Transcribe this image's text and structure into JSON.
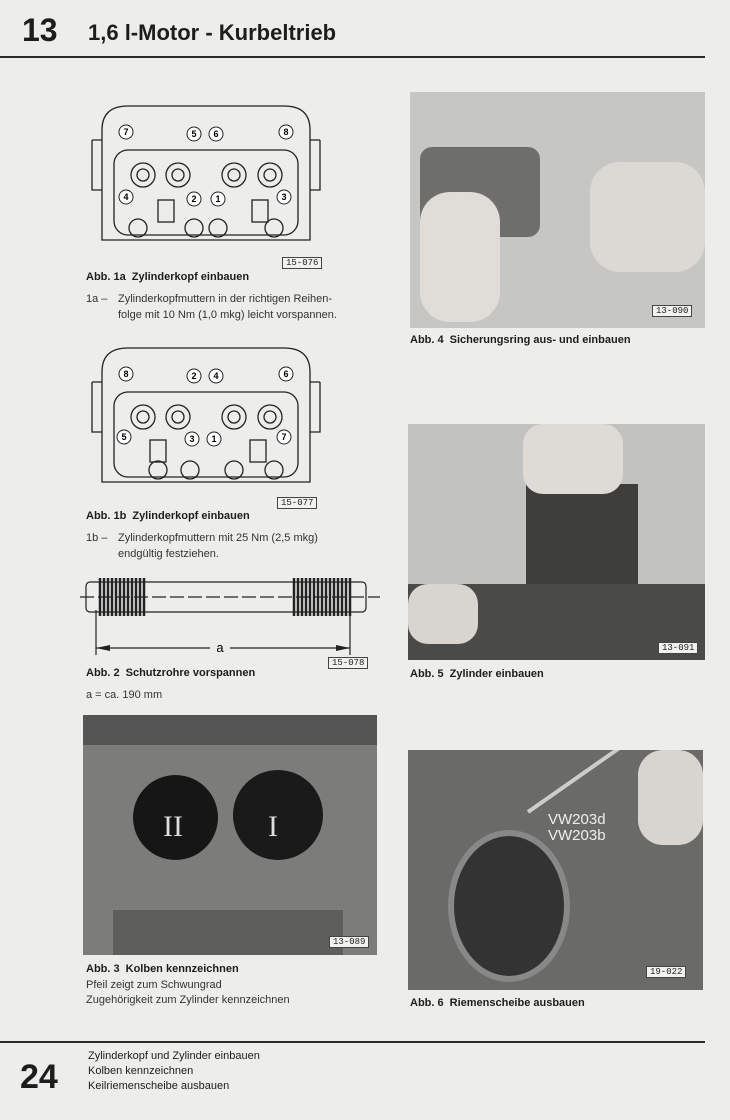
{
  "header": {
    "chapter": "13",
    "title": "1,6 l-Motor - Kurbeltrieb"
  },
  "fig1a": {
    "code": "15-076",
    "label": "Abb. 1a",
    "caption": "Zylinderkopf einbauen",
    "step_id": "1a –",
    "step_lines": [
      "Zylinderkopfmuttern in der richtigen Reihen-",
      "folge mit 10 Nm (1,0 mkg) leicht vorspannen."
    ],
    "nut_numbers": [
      "7",
      "5",
      "6",
      "8",
      "4",
      "2",
      "1",
      "3"
    ]
  },
  "fig1b": {
    "code": "15-077",
    "label": "Abb. 1b",
    "caption": "Zylinderkopf einbauen",
    "step_id": "1b –",
    "step_lines": [
      "Zylinderkopfmuttern mit 25 Nm (2,5 mkg)",
      "endgültig festziehen."
    ],
    "nut_numbers": [
      "8",
      "2",
      "4",
      "6",
      "5",
      "3",
      "1",
      "7"
    ]
  },
  "fig2": {
    "code": "15-078",
    "label": "Abb. 2",
    "caption": "Schutzrohre vorspannen",
    "dim_label": "a",
    "note": "a  =  ca. 190 mm"
  },
  "fig3": {
    "code": "13-089",
    "label": "Abb. 3",
    "caption": "Kolben kennzeichnen",
    "marks": [
      "II",
      "I"
    ],
    "lines": [
      "Pfeil zeigt zum Schwungrad",
      "Zugehörigkeit zum Zylinder kennzeichnen"
    ]
  },
  "fig4": {
    "code": "13-090",
    "label": "Abb. 4",
    "caption": "Sicherungsring aus- und einbauen"
  },
  "fig5": {
    "code": "13-091",
    "label": "Abb. 5",
    "caption": "Zylinder einbauen"
  },
  "fig6": {
    "code": "19-022",
    "label": "Abb. 6",
    "caption": "Riemenscheibe ausbauen",
    "tools": [
      "VW203d",
      "VW203b"
    ]
  },
  "footer": {
    "page": "24",
    "lines": [
      "Zylinderkopf und Zylinder einbauen",
      "Kolben kennzeichnen",
      "Keilriemenscheibe ausbauen"
    ]
  }
}
